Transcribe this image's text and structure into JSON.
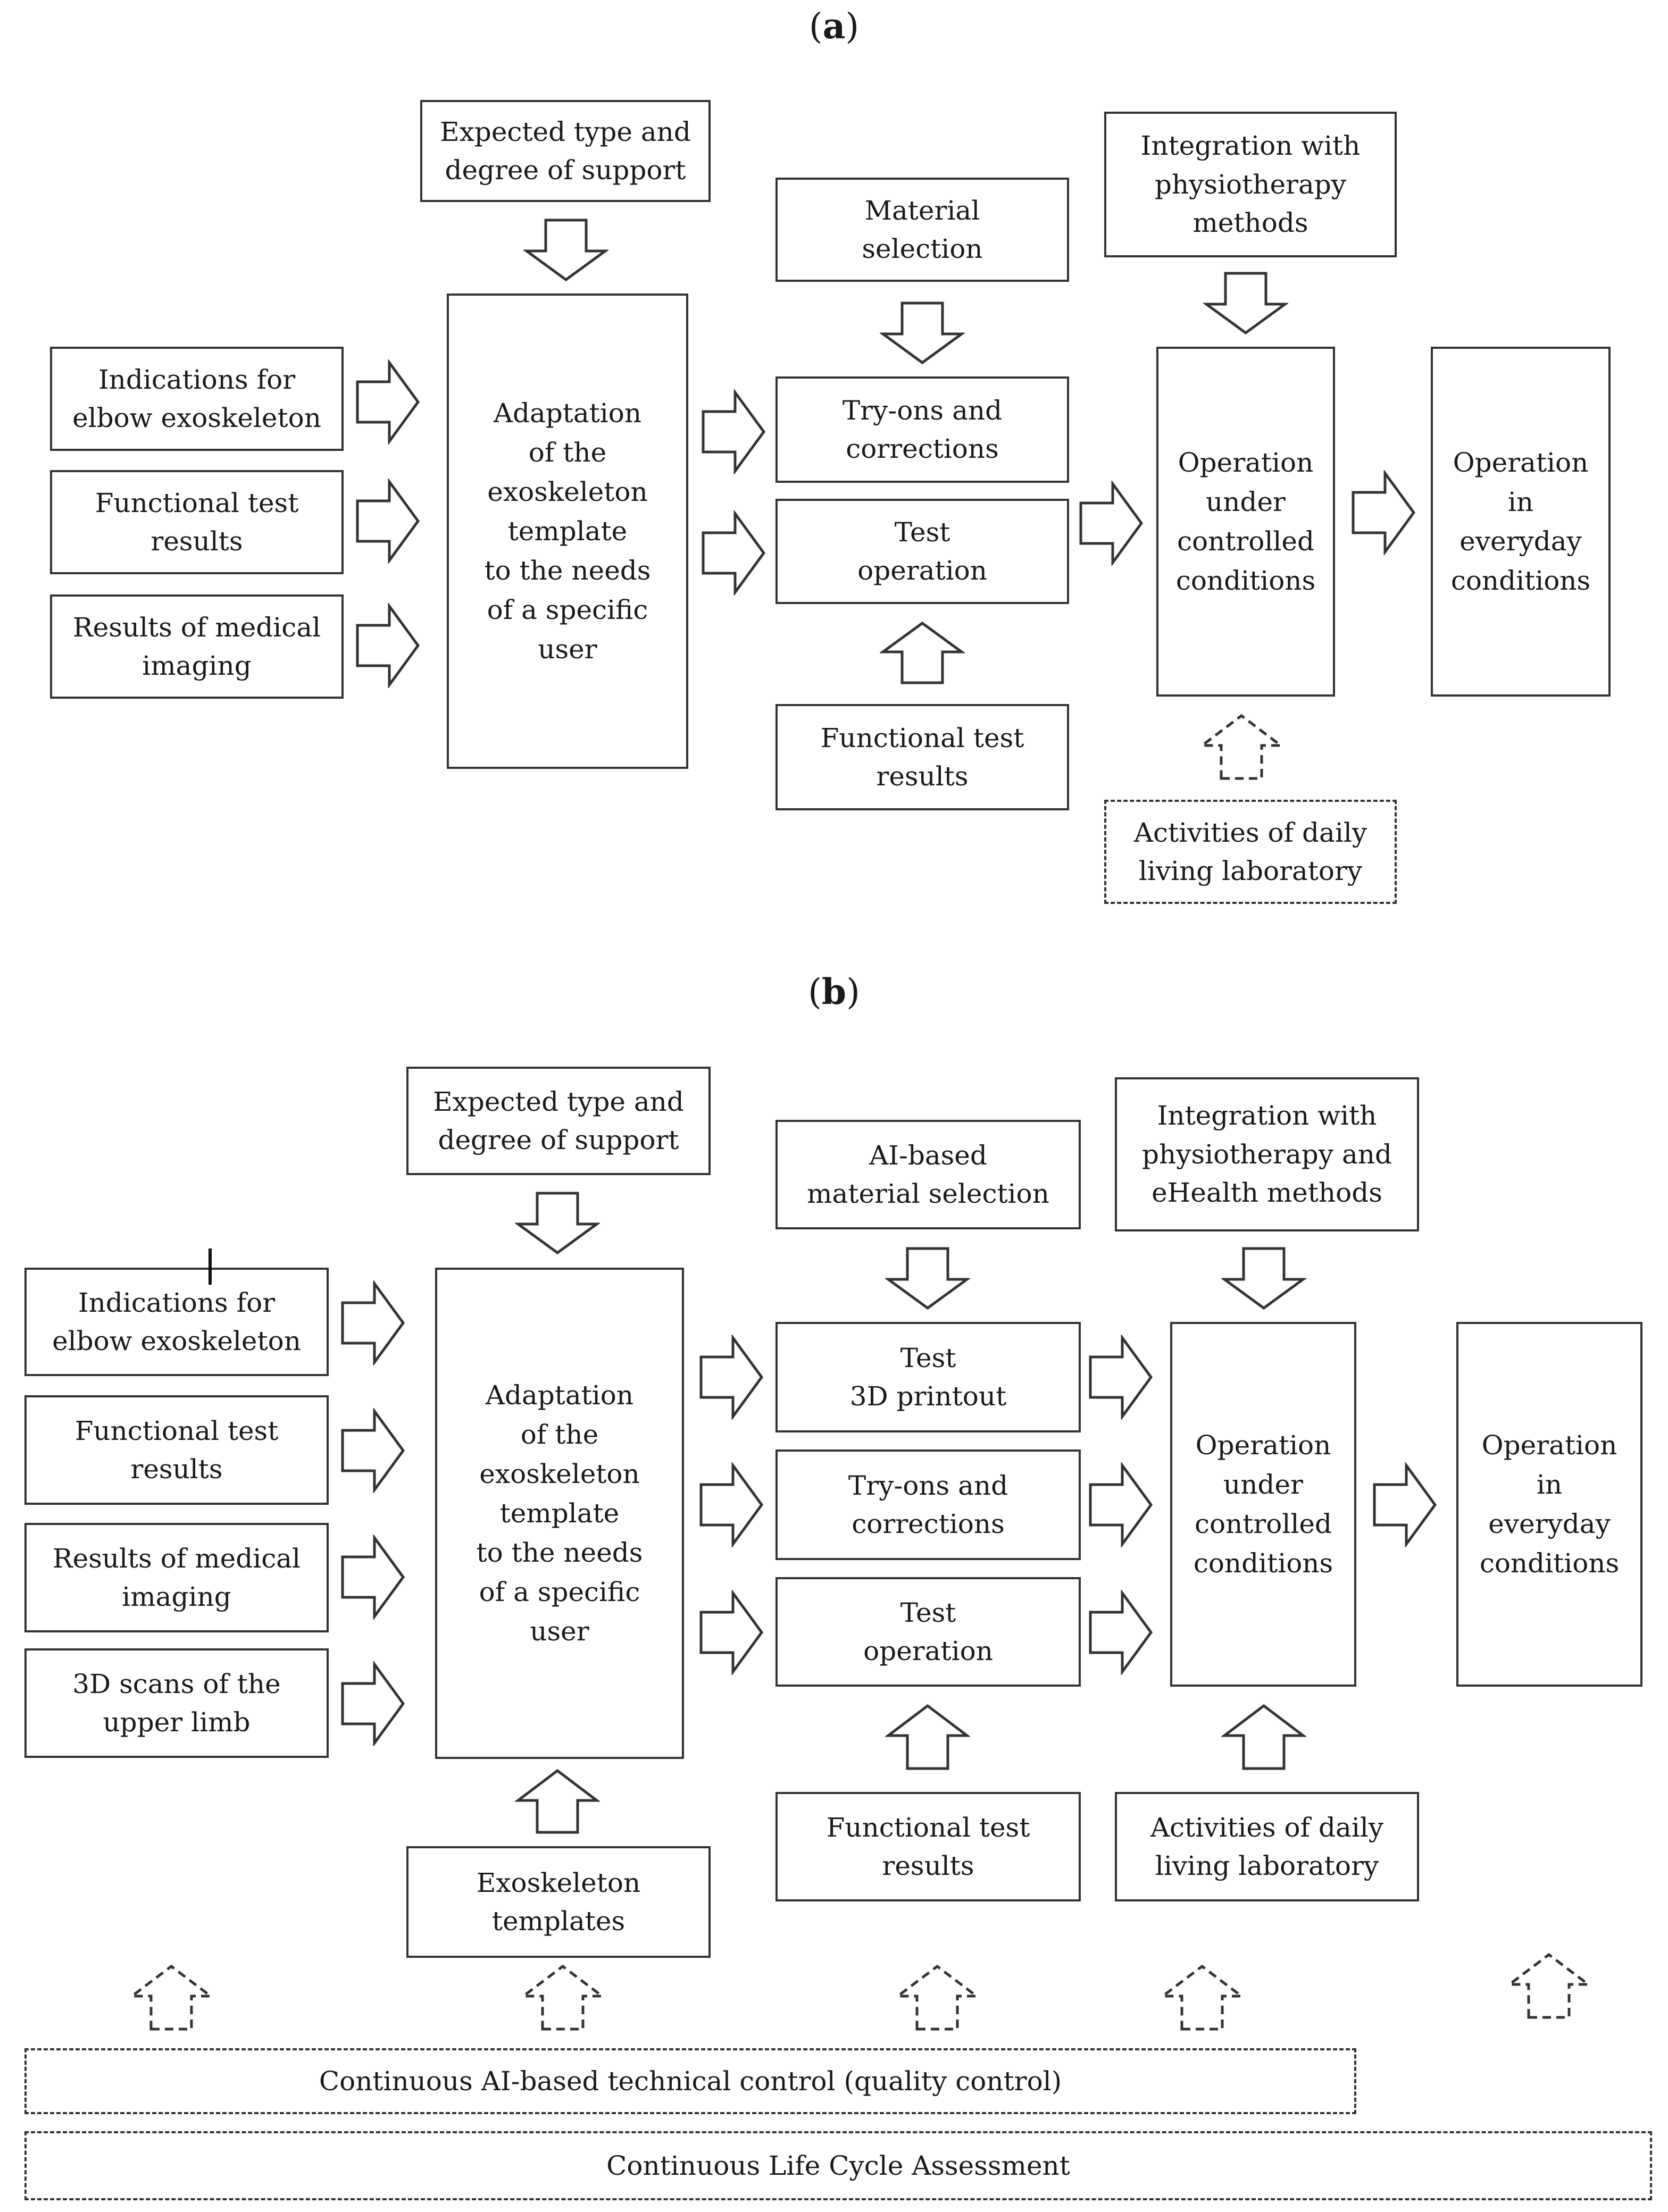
{
  "panel_a": {
    "label": "a",
    "boxes": {
      "expected": "Expected type and\ndegree of support",
      "material": "Material\nselection",
      "integration": "Integration with\nphysiotherapy\nmethods",
      "indications": "Indications for\nelbow exoskeleton",
      "functional_left": "Functional test\nresults",
      "medical": "Results of medical\nimaging",
      "adaptation": "Adaptation\nof the\nexoskeleton\ntemplate\nto the needs\nof a specific\nuser",
      "tryons": "Try-ons and\ncorrections",
      "test_operation": "Test\noperation",
      "functional_bottom": "Functional test\nresults",
      "controlled": "Operation\nunder\ncontrolled\nconditions",
      "everyday": "Operation\nin\neveryday\nconditions",
      "adl": "Activities of daily\nliving laboratory"
    }
  },
  "panel_b": {
    "label": "b",
    "boxes": {
      "expected": "Expected type and\ndegree of support",
      "ai_material": "AI-based\nmaterial selection",
      "integration": "Integration with\nphysiotherapy and\neHealth methods",
      "indications": "Indications for\nelbow exoskeleton",
      "functional_left": "Functional test\nresults",
      "medical": "Results of medical\nimaging",
      "scans": "3D scans of the\nupper limb",
      "adaptation": "Adaptation\nof the\nexoskeleton\ntemplate\nto the needs\nof a specific\nuser",
      "test_printout": "Test\n3D printout",
      "tryons": "Try-ons and\ncorrections",
      "test_operation": "Test\noperation",
      "controlled": "Operation\nunder\ncontrolled\nconditions",
      "everyday": "Operation\nin\neveryday\nconditions",
      "templates": "Exoskeleton\ntemplates",
      "functional_bottom": "Functional test\nresults",
      "adl": "Activities of daily\nliving laboratory",
      "ai_control": "Continuous AI-based technical control (quality control)",
      "lca": "Continuous Life Cycle Assessment"
    }
  }
}
